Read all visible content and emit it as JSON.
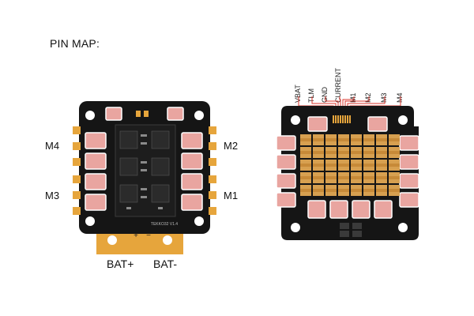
{
  "title": "PIN MAP:",
  "left_board": {
    "motor_labels": {
      "m4": "M4",
      "m2": "M2",
      "m3": "M3",
      "m1": "M1"
    },
    "battery_labels": {
      "positive": "BAT+",
      "negative": "BAT-"
    },
    "pad_plus_symbol": "+",
    "pad_minus_symbol": "−",
    "silkscreen_text": "TEKKO32 V1.4"
  },
  "right_board": {
    "pin_labels": [
      "VBAT",
      "TLM",
      "GND",
      "CURRENT",
      "M1",
      "M2",
      "M3",
      "M4"
    ],
    "wire_color": "#d9342b"
  },
  "colors": {
    "pcb": "#151515",
    "gold_pad": "#e6a53c",
    "component_pink": "#e9a5a0",
    "capacitor_tan": "#d7a050"
  }
}
